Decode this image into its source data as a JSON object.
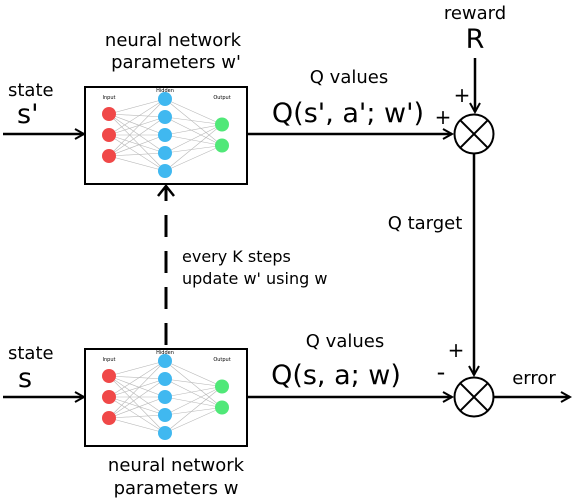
{
  "top": {
    "state_label": "state",
    "state_symbol": "s'",
    "network_caption_line1": "neural network",
    "network_caption_line2": "parameters w'",
    "q_values_label": "Q values",
    "q_expression": "Q(s', a'; w')",
    "plus_top": "+",
    "plus_left": "+"
  },
  "reward": {
    "label": "reward",
    "symbol": "R"
  },
  "sync": {
    "line1": "every K steps",
    "line2": "update w' using w"
  },
  "q_target_label": "Q target",
  "bottom": {
    "state_label": "state",
    "state_symbol": "s",
    "network_caption_line1": "neural network",
    "network_caption_line2": "parameters w",
    "q_values_label": "Q values",
    "q_expression": "Q(s, a; w)",
    "plus_top": "+",
    "minus_left": "-",
    "error_label": "error"
  },
  "network_thumbnail": {
    "input_label": "Input",
    "hidden_label": "Hidden",
    "output_label": "Output",
    "input_nodes": 3,
    "hidden_nodes": 5,
    "output_nodes": 2
  },
  "colors": {
    "input_node": "#f04848",
    "hidden_node": "#40b8f0",
    "output_node": "#50e878",
    "edge": "#b8b8b8",
    "stroke": "#000000"
  }
}
